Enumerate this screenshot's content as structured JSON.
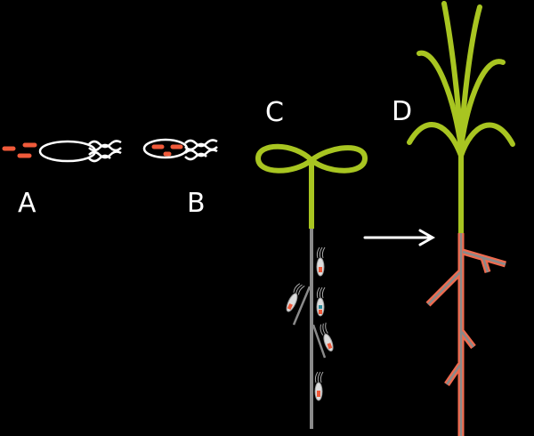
{
  "panels": {
    "a": {
      "label": "A"
    },
    "b": {
      "label": "B"
    },
    "c": {
      "label": "C"
    },
    "d": {
      "label": "D"
    }
  },
  "colors": {
    "background": "#000000",
    "shoot": "#a8c521",
    "root": "#f06a4e",
    "root_core": "#8a8a8a",
    "bacteria": "#f05a3a",
    "outline": "#ffffff"
  },
  "icons": {
    "arrow": "right-arrow"
  }
}
